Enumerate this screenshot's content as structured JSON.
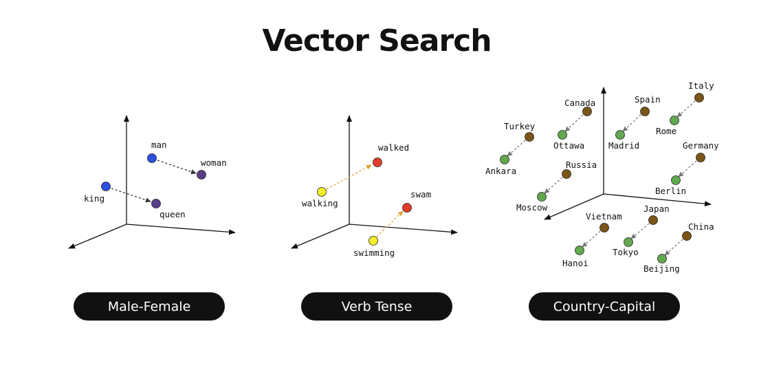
{
  "title": "Vector Search",
  "colors": {
    "axis": "#111111",
    "gender_from": "#2b4fe0",
    "gender_to": "#5a3d8a",
    "tense_from": "#f5ee2a",
    "tense_to": "#e23b2a",
    "country": "#7a5518",
    "capital": "#62a84f",
    "arrow_dark": "#333333",
    "arrow_orange": "#e0a030",
    "arrow_gray": "#777777"
  },
  "panels": [
    {
      "id": "male-female",
      "caption": "Male-Female",
      "pairs": [
        {
          "from": "man",
          "to": "woman"
        },
        {
          "from": "king",
          "to": "queen"
        }
      ]
    },
    {
      "id": "verb-tense",
      "caption": "Verb Tense",
      "pairs": [
        {
          "from": "walking",
          "to": "walked"
        },
        {
          "from": "swimming",
          "to": "swam"
        }
      ]
    },
    {
      "id": "country-capital",
      "caption": "Country-Capital",
      "pairs": [
        {
          "from": "Canada",
          "to": "Ottawa"
        },
        {
          "from": "Spain",
          "to": "Madrid"
        },
        {
          "from": "Italy",
          "to": "Rome"
        },
        {
          "from": "Turkey",
          "to": "Ankara"
        },
        {
          "from": "Germany",
          "to": "Berlin"
        },
        {
          "from": "Russia",
          "to": "Moscow"
        },
        {
          "from": "Vietnam",
          "to": "Hanoi"
        },
        {
          "from": "Japan",
          "to": "Tokyo"
        },
        {
          "from": "China",
          "to": "Beijing"
        }
      ]
    }
  ]
}
